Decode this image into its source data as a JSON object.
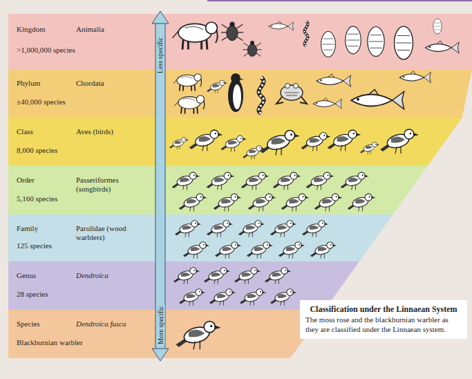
{
  "diagram": {
    "nodes": [
      {
        "text": [
          "Kingdom",
          "Animalia",
          ">1,000,000 species"
        ]
      },
      {
        "text": [
          "Phylum",
          "Chordata",
          "±40,000 species"
        ]
      },
      {
        "text": [
          "Class",
          "Aves (birds)",
          "8,600 species"
        ]
      },
      {
        "text": [
          "Order",
          "Passeriformes (songbirds)",
          "5,160 species"
        ]
      },
      {
        "text": [
          "Family",
          "Parulidae (wood warblers)",
          "125 species"
        ]
      },
      {
        "text": [
          "Genus",
          "Dendroica",
          "28 species"
        ]
      },
      {
        "text": [
          "Species",
          "Dendroica fusca",
          "Blackburnian warbler"
        ]
      },
      {
        "text": [
          "Classification under the Linnaean System",
          "The moss rose and the blackburnian warbler as they are classified under the Linnaean system."
        ]
      }
    ],
    "labels": [
      "Less specific",
      "More specific"
    ]
  }
}
